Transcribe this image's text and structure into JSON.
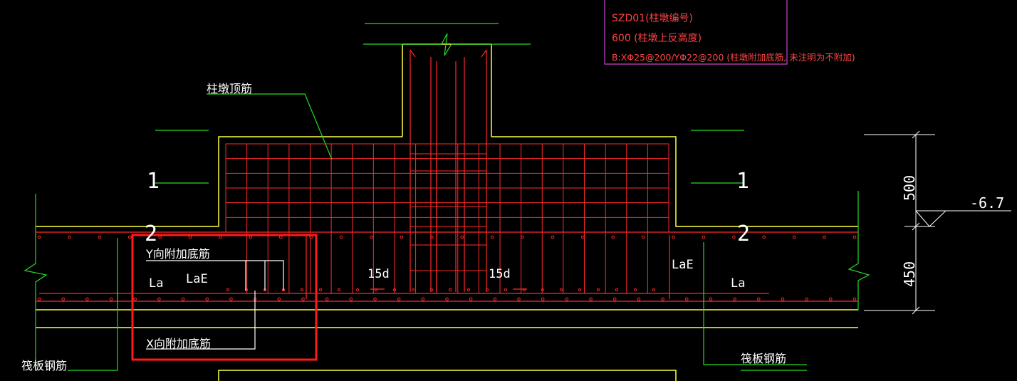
{
  "colors": {
    "background": "#000000",
    "outline": "#ffff44",
    "rebar": "#ff2a2a",
    "leader": "#22dd22",
    "text": "#ffffff",
    "note_text": "#ff4444",
    "note_border": "#cc44cc",
    "highlight_box": "#ff1a1a"
  },
  "labels": {
    "column_top_rebar": "柱墩顶筋",
    "section_1_left": "1",
    "section_1_right": "1",
    "section_2_left": "2",
    "section_2_right": "2",
    "y_additional_bottom": "Y向附加底筋",
    "x_additional_bottom": "X向附加底筋",
    "la_left": "La",
    "lae_left": "LaE",
    "lae_right": "LaE",
    "la_right": "La",
    "hook_left": "15d",
    "hook_right": "15d",
    "raft_rebar_left": "筏板钢筋",
    "raft_rebar_right": "筏板钢筋"
  },
  "note": {
    "line1": "SZD01(柱墩编号)",
    "line2": "600 (柱墩上反高度)",
    "line3": "B:XΦ25@200/YΦ22@200 (柱墩附加底筋, 未注明为不附加)"
  },
  "dimensions": {
    "upper": "500",
    "lower": "450",
    "elevation": "-6.7"
  }
}
